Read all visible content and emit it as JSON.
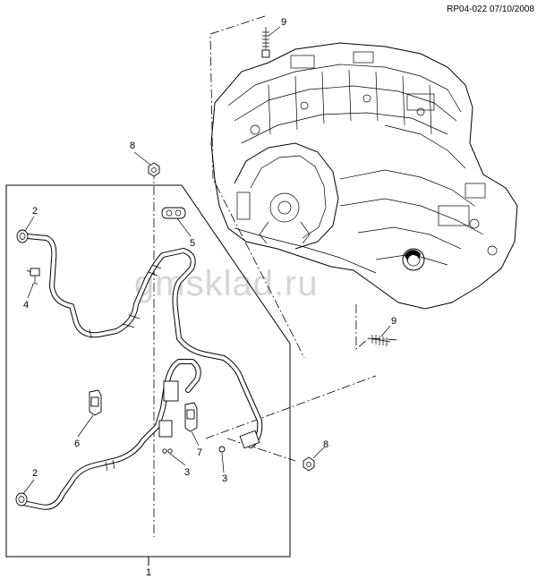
{
  "reference": "RP04-022 07/10/2008",
  "watermark": "gmsklad.ru",
  "callouts": {
    "c1": "1",
    "c2a": "2",
    "c2b": "2",
    "c3a": "3",
    "c3b": "3",
    "c4": "4",
    "c5": "5",
    "c6": "6",
    "c7": "7",
    "c8a": "8",
    "c8b": "8",
    "c9a": "9",
    "c9b": "9"
  }
}
